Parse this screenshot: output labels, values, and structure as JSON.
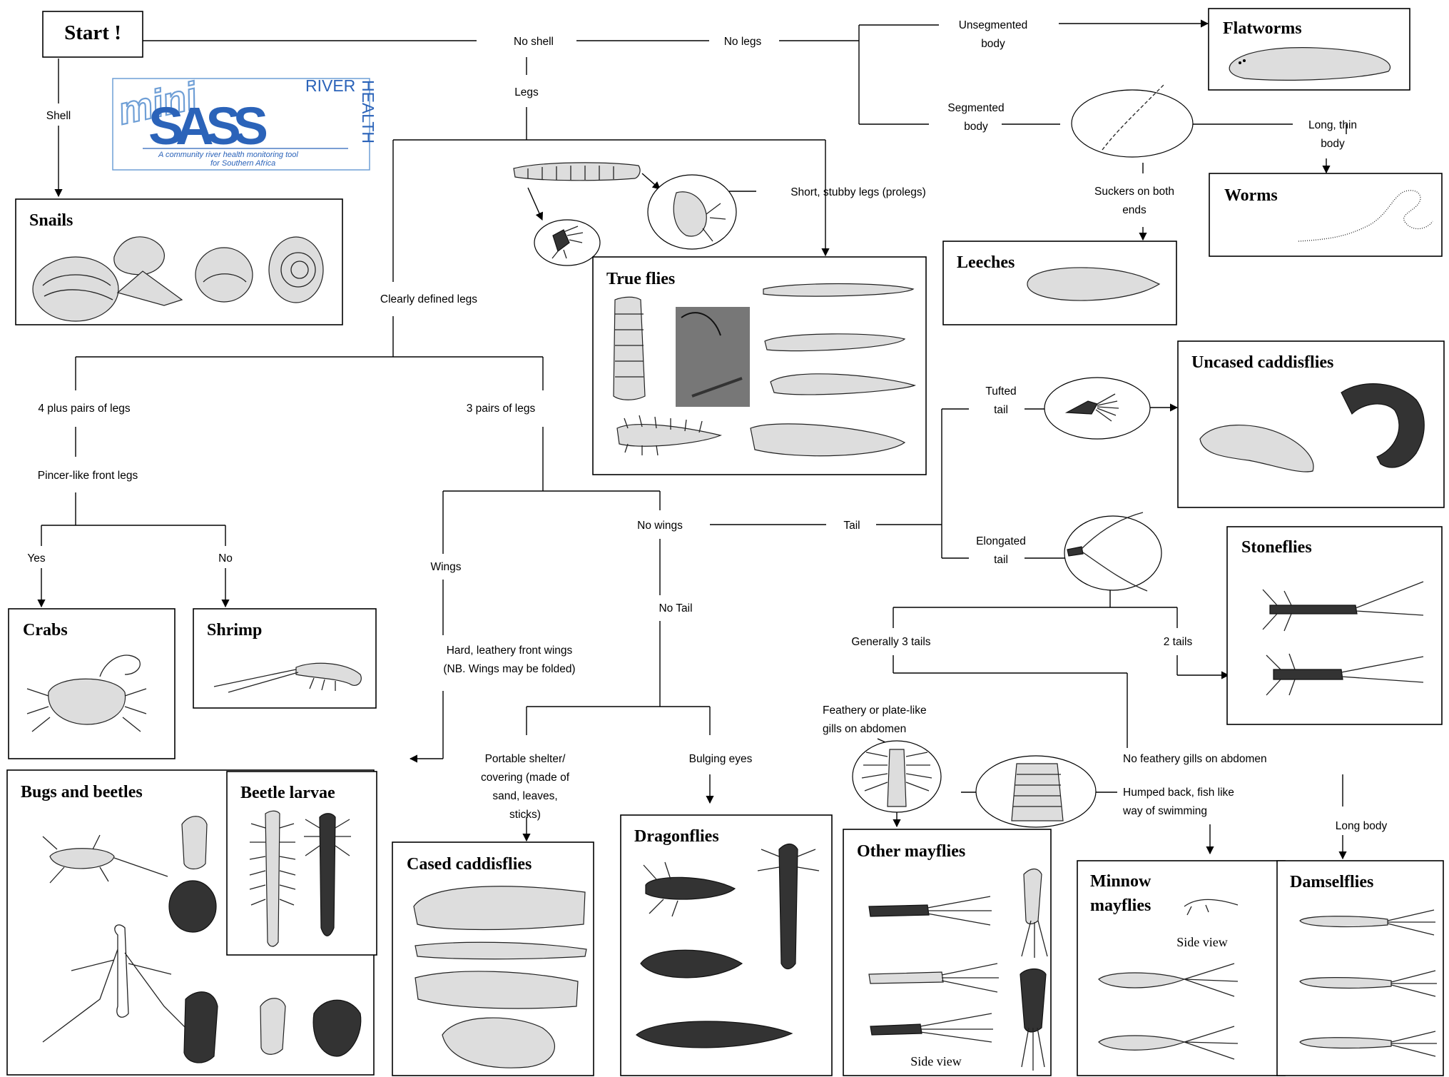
{
  "start_label": "Start !",
  "logo": {
    "mini": "mini",
    "sass": "SASS",
    "river": "RIVER",
    "health": "HEALTH",
    "tagline_1": "A community river health monitoring tool",
    "tagline_2": "for Southern Africa"
  },
  "decisions": {
    "no_shell": "No shell",
    "shell": "Shell",
    "no_legs": "No legs",
    "legs": "Legs",
    "unsegmented_body_1": "Unsegmented",
    "unsegmented_body_2": "body",
    "segmented_body_1": "Segmented",
    "segmented_body_2": "body",
    "long_thin_body_1": "Long, thin",
    "long_thin_body_2": "body",
    "suckers_1": "Suckers on both",
    "suckers_2": "ends",
    "prolegs": "Short, stubby legs (prolegs)",
    "clearly_defined_legs": "Clearly defined legs",
    "four_plus_pairs": "4 plus pairs of legs",
    "three_pairs": "3 pairs of legs",
    "pincer_front_legs": "Pincer-like front legs",
    "yes": "Yes",
    "no": "No",
    "wings": "Wings",
    "no_wings": "No wings",
    "tail": "Tail",
    "no_tail": "No Tail",
    "hard_wings_1": "Hard, leathery front wings",
    "hard_wings_2": "(NB. Wings may be folded)",
    "portable_shelter_1": "Portable shelter/",
    "portable_shelter_2": "covering (made of",
    "portable_shelter_3": "sand, leaves,",
    "portable_shelter_4": "sticks)",
    "bulging_eyes": "Bulging eyes",
    "tufted_tail_1": "Tufted",
    "tufted_tail_2": "tail",
    "elongated_tail_1": "Elongated",
    "elongated_tail_2": "tail",
    "generally_3_tails": "Generally 3 tails",
    "two_tails": "2 tails",
    "feathery_gills_1": "Feathery or plate-like",
    "feathery_gills_2": "gills on abdomen",
    "no_feathery_gills": "No feathery gills on abdomen",
    "humped_back_1": "Humped back, fish like",
    "humped_back_2": "way of swimming",
    "long_body": "Long body"
  },
  "groups": {
    "flatworms": "Flatworms",
    "worms": "Worms",
    "leeches": "Leeches",
    "snails": "Snails",
    "true_flies": "True flies",
    "uncased_caddisflies": "Uncased caddisflies",
    "stoneflies": "Stoneflies",
    "crabs": "Crabs",
    "shrimp": "Shrimp",
    "bugs_and_beetles": "Bugs and beetles",
    "beetle_larvae": "Beetle larvae",
    "cased_caddisflies": "Cased caddisflies",
    "dragonflies": "Dragonflies",
    "other_mayflies": "Other mayflies",
    "minnow_mayflies_1": "Minnow",
    "minnow_mayflies_2": "mayflies",
    "damselflies": "Damselflies"
  },
  "side_view": "Side view"
}
